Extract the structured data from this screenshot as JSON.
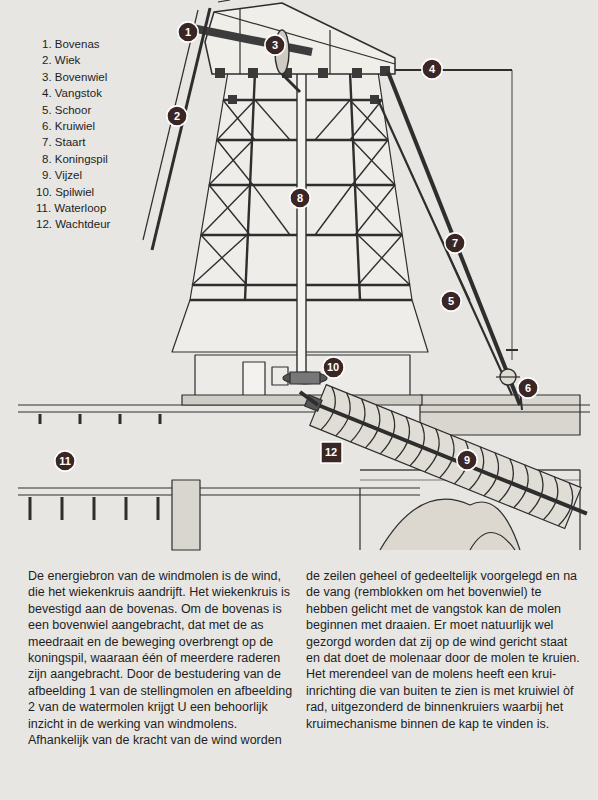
{
  "diagram": {
    "nodes": [
      {
        "text": [
          "1"
        ]
      },
      {
        "text": [
          "2"
        ]
      },
      {
        "text": [
          "3"
        ]
      },
      {
        "text": [
          "4"
        ]
      },
      {
        "text": [
          "5"
        ]
      },
      {
        "text": [
          "6"
        ]
      },
      {
        "text": [
          "7"
        ]
      },
      {
        "text": [
          "8"
        ]
      },
      {
        "text": [
          "9"
        ]
      },
      {
        "text": [
          "10"
        ]
      },
      {
        "text": [
          "11"
        ]
      },
      {
        "text": [
          "12"
        ]
      }
    ],
    "edges": [],
    "labels": [
      "1. Bovenas",
      "2. Wiek",
      "3. Bovenwiel",
      "4. Vangstok",
      "5. Schoor",
      "6. Kruiwiel",
      "7. Staart",
      "8. Koningspil",
      "9. Vijzel",
      "10. Spilwiel",
      "11. Waterloop",
      "12. Wachtdeur",
      "De energiebron van de windmolen is de wind, die het wiekenkruis aandrijft. Het wiekenkruis is bevestigd aan de bovenas. Om de bovenas is een bovenwiel aangebracht, dat met de as meedraait en de beweging overbrengt op de koningspil, waaraan één of meerdere raderen zijn aangebracht. Door de bestudering van de afbeelding 1 van de stellingmolen en afbeelding 2 van de watermolen krijgt U een behoorlijk inzicht in de werking van windmolens. Afhankelijk van de kracht van de wind worden",
      "de zeilen geheel of gedeeltelijk voorgelegd en na de vang (remblokken om het bovenwiel) te hebben gelicht met de vangstok kan de molen beginnen met draaien. Er moet natuurlijk wel gezorgd worden dat zij op de wind gericht staat en dat doet de molenaar door de molen te kruien. Het merendeel van de molens heeft een krui-inrichting die van buiten te zien is met kruiwiel òf rad, uitgezonderd de binnenkruiers waarbij het kruimechanisme binnen de kap te vinden is."
    ]
  }
}
